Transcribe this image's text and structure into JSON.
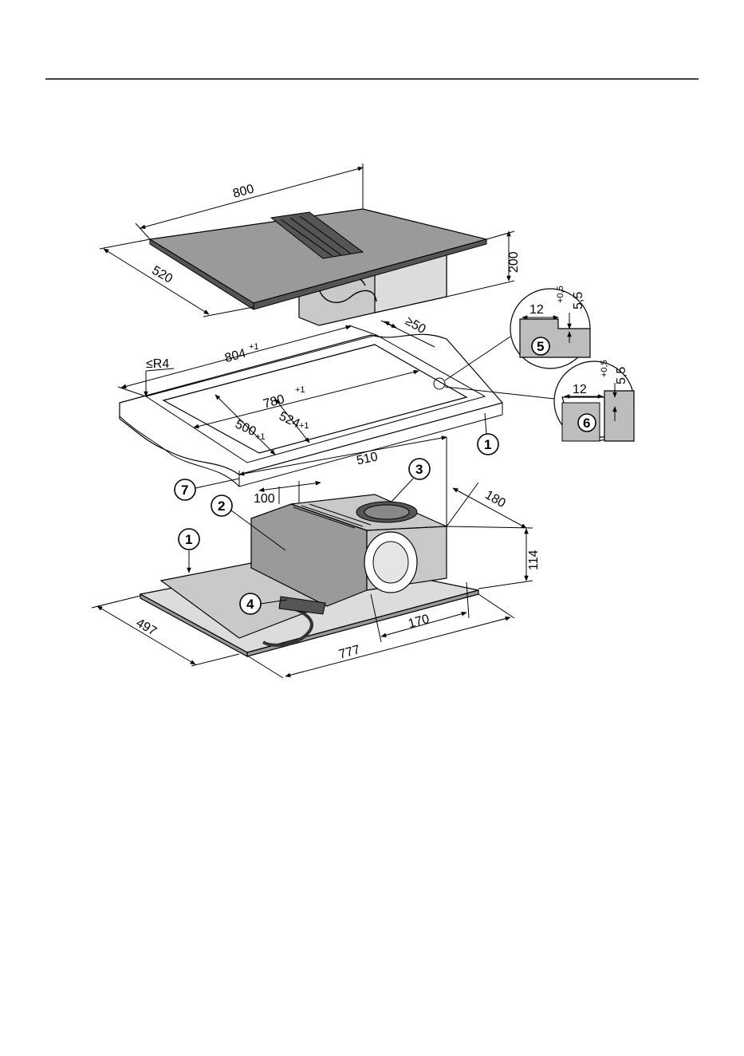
{
  "dimensions": {
    "cooktop_width": "800",
    "cooktop_depth": "520",
    "cooktop_height": "200",
    "clearance_side": "≥50",
    "cutout_radius": "≤R4",
    "rebate_width": "804",
    "rebate_width_tol": "+1",
    "cutout_width": "780",
    "cutout_width_tol": "+1",
    "cutout_depth": "500",
    "cutout_depth_tol": "+1",
    "rebate_depth": "524",
    "rebate_depth_tol": "+1",
    "frame_depth": "510",
    "fan_offset": "100",
    "fan_depth": "180",
    "fan_height": "114",
    "base_depth": "497",
    "fan_width": "170",
    "base_width": "777"
  },
  "details": {
    "detail5": {
      "width": "12",
      "depth": "5,5",
      "tol": "+0,5"
    },
    "detail6": {
      "width": "12",
      "depth": "5,5",
      "tol": "+0,5"
    }
  },
  "callouts": [
    "1",
    "2",
    "3",
    "4",
    "5",
    "6",
    "7",
    "1"
  ]
}
